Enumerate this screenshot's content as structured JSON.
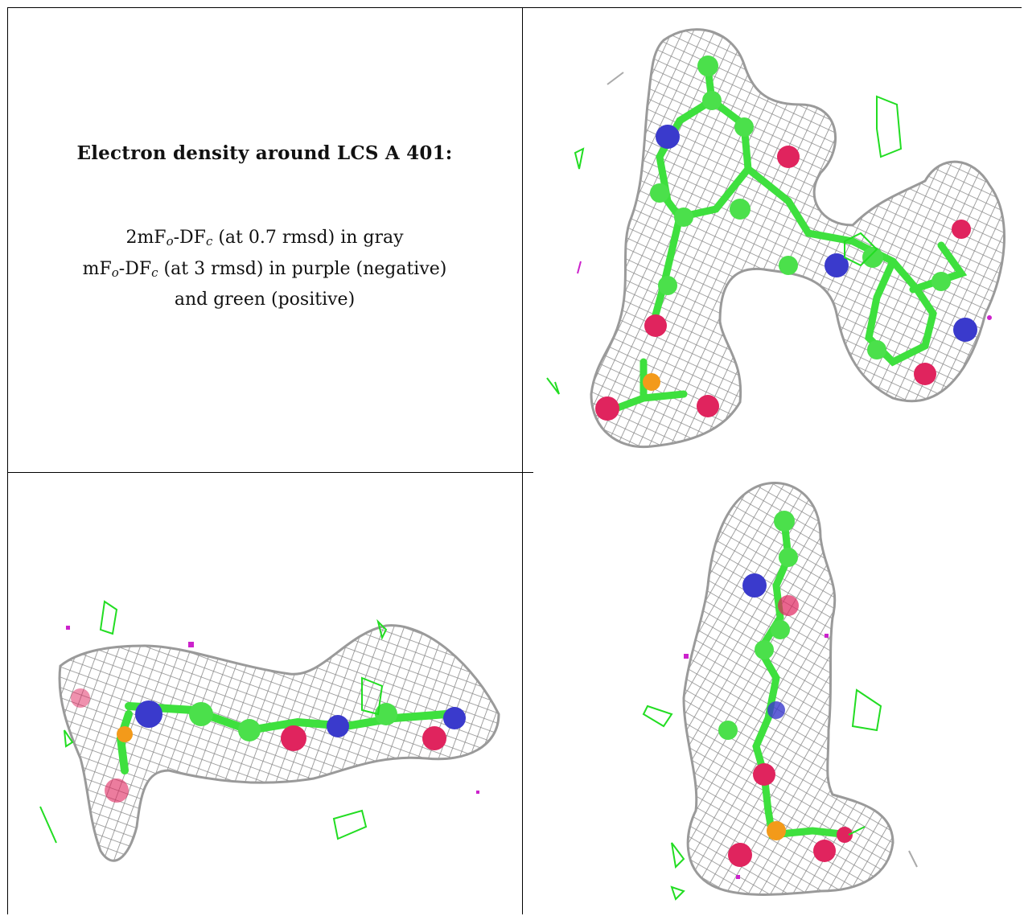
{
  "legend": {
    "title": "Electron density around LCS A 401:",
    "line1": {
      "pre": "2mF",
      "o": "o",
      "mid": "-DF",
      "c": "c",
      "post": " (at 0.7 rmsd) in gray"
    },
    "line2": {
      "pre": "mF",
      "o": "o",
      "mid": "-DF",
      "c": "c",
      "post": " (at 3 rmsd) in purple (negative)"
    },
    "line3": "and green (positive)"
  },
  "colors": {
    "mesh": "#8a8a8a",
    "carbon": "#4be04b",
    "nitrogen": "#3a3acc",
    "oxygen": "#e0245e",
    "phosphorus": "#f39a1a",
    "positive": "#22dd22",
    "negative": "#cc22cc"
  },
  "panels": [
    {
      "name": "top-right-view",
      "icon": "ligand-density-view-1"
    },
    {
      "name": "bottom-left-view",
      "icon": "ligand-density-view-2"
    },
    {
      "name": "bottom-right-view",
      "icon": "ligand-density-view-3"
    }
  ]
}
